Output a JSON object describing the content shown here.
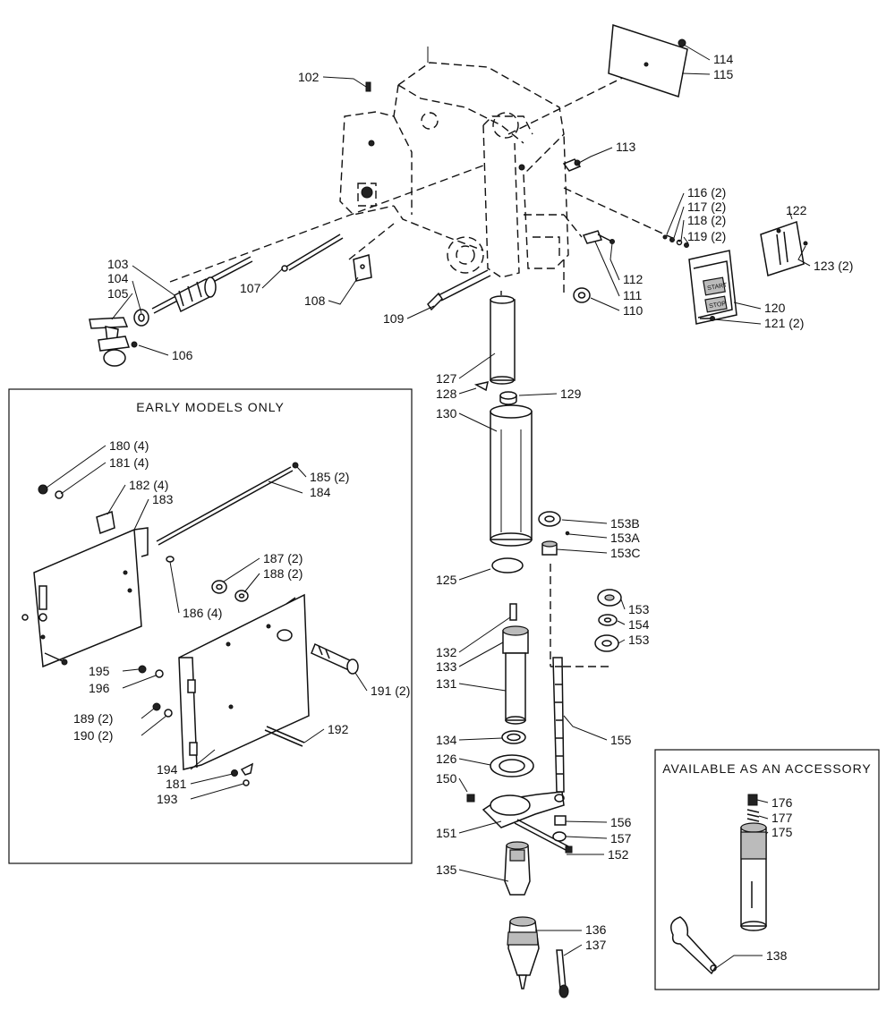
{
  "boxes": {
    "early_models_title": "EARLY MODELS ONLY",
    "accessory_title": "AVAILABLE AS AN ACCESSORY"
  },
  "callouts": {
    "c102": "102",
    "c103": "103",
    "c104": "104",
    "c105": "105",
    "c106": "106",
    "c107": "107",
    "c108": "108",
    "c109": "109",
    "c110": "110",
    "c111": "111",
    "c112": "112",
    "c113": "113",
    "c114": "114",
    "c115": "115",
    "c116": "116 (2)",
    "c117": "117 (2)",
    "c118": "118 (2)",
    "c119": "119 (2)",
    "c120": "120",
    "c121": "121 (2)",
    "c122": "122",
    "c123": "123 (2)",
    "c125": "125",
    "c126": "126",
    "c127": "127",
    "c128": "128",
    "c129": "129",
    "c130": "130",
    "c131": "131",
    "c132": "132",
    "c133": "133",
    "c134": "134",
    "c135": "135",
    "c136": "136",
    "c137": "137",
    "c138": "138",
    "c150": "150",
    "c151": "151",
    "c152": "152",
    "c153a_top": "153",
    "c154": "154",
    "c153b_bottom": "153",
    "c153B": "153B",
    "c153A": "153A",
    "c153C": "153C",
    "c155": "155",
    "c156": "156",
    "c157": "157",
    "c175": "175",
    "c176": "176",
    "c177": "177",
    "c180": "180 (4)",
    "c181a": "181 (4)",
    "c182": "182 (4)",
    "c183": "183",
    "c184": "184",
    "c185": "185 (2)",
    "c186": "186 (4)",
    "c187": "187 (2)",
    "c188": "188 (2)",
    "c189": "189 (2)",
    "c190": "190 (2)",
    "c191": "191 (2)",
    "c192": "192",
    "c193": "193",
    "c194": "194",
    "c181b": "181",
    "c195": "195",
    "c196": "196"
  },
  "switch_labels": {
    "start": "START",
    "stop": "STOP"
  }
}
